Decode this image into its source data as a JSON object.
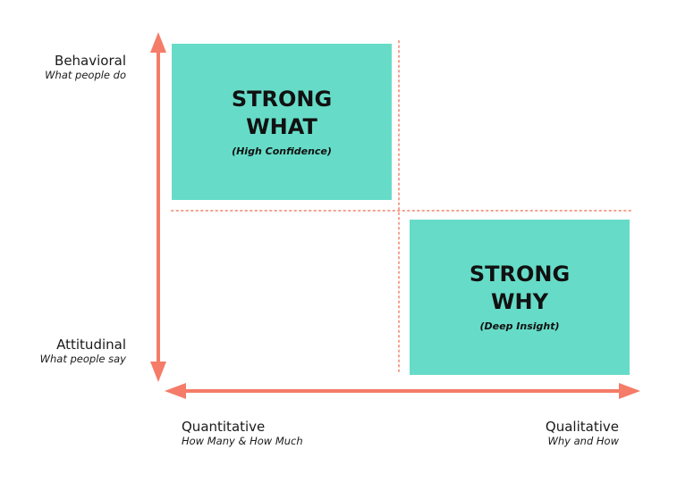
{
  "colors": {
    "arrow": "#f47c68",
    "box_fill": "#66dcc8",
    "divider": "#f4a08f"
  },
  "y_axis": {
    "top": {
      "label": "Behavioral",
      "sublabel": "What people do"
    },
    "bottom": {
      "label": "Attitudinal",
      "sublabel": "What people say"
    }
  },
  "x_axis": {
    "left": {
      "label": "Quantitative",
      "sublabel": "How Many & How Much"
    },
    "right": {
      "label": "Qualitative",
      "sublabel": "Why and How"
    }
  },
  "quadrants": {
    "top_left": {
      "line1": "STRONG",
      "line2": "WHAT",
      "sub": "(High Confidence)"
    },
    "bottom_right": {
      "line1": "STRONG",
      "line2": "WHY",
      "sub": "(Deep Insight)"
    }
  }
}
